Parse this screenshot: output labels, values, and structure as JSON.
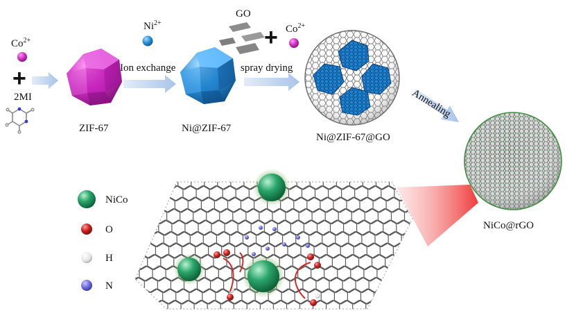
{
  "synthesis": {
    "co_ion": {
      "symbol": "Co",
      "charge": "2+"
    },
    "linker": "2MI",
    "plus_sign": "+",
    "zif67": "ZIF-67",
    "step_ion_exchange": "Ion exchange",
    "ni_ion": {
      "symbol": "Ni",
      "charge": "2+"
    },
    "ni_zif67": "Ni@ZIF-67",
    "go": "GO",
    "co_ion_2": {
      "symbol": "Co",
      "charge": "2+"
    },
    "step_spray_drying": "spray drying",
    "ni_zif67_go": "Ni@ZIF-67@GO",
    "step_annealing": "Annealing",
    "nico_rgo": "NiCo@rGO"
  },
  "legend": [
    {
      "key": "nico",
      "label": "NiCo",
      "color": "#2aa56a"
    },
    {
      "key": "o",
      "label": "O",
      "color": "#c8201c"
    },
    {
      "key": "h",
      "label": "H",
      "color": "#e8e8e8"
    },
    {
      "key": "n",
      "label": "N",
      "color": "#6f6fe0"
    }
  ],
  "colors": {
    "zif67": "#d12fc7",
    "ni_zif67": "#2a8fd8",
    "cobalt_ion": "#c42ab8",
    "nickel_ion": "#2a8fd8",
    "arrow": "#b8d0ee",
    "graphene": "#5a5a5a",
    "nico": "#2aa56a",
    "cone": "#f26060"
  }
}
